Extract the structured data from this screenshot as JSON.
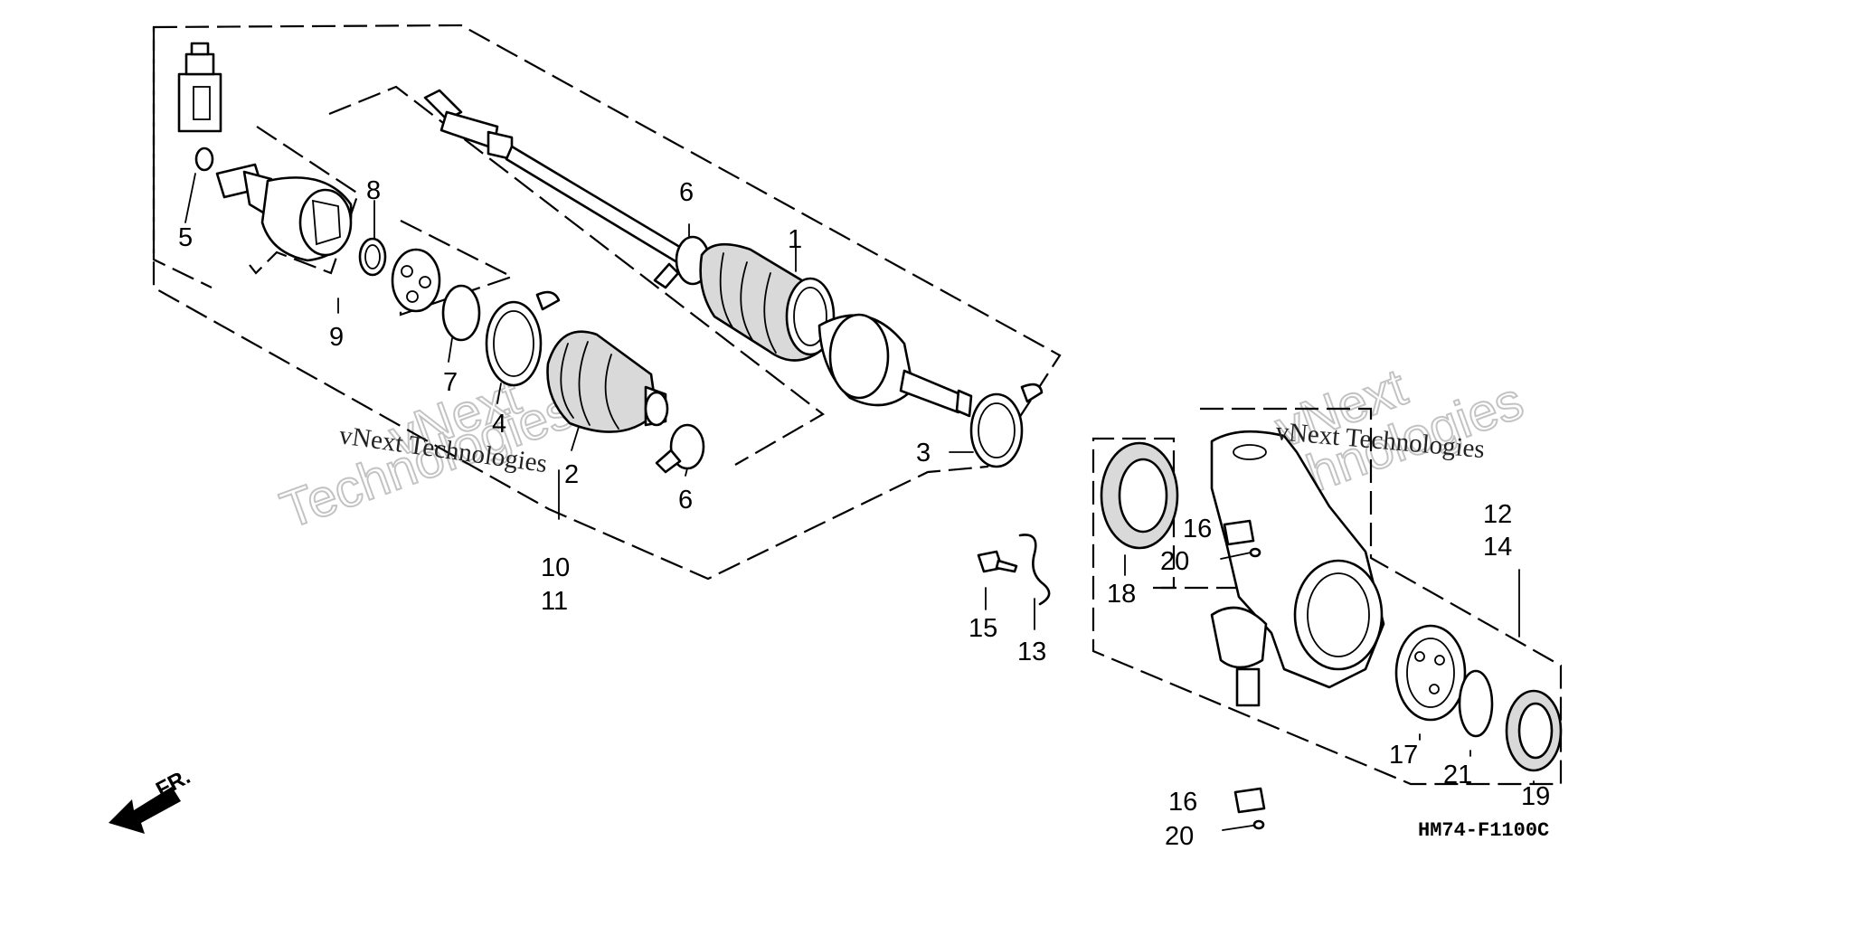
{
  "diagram_code": "HM74-F1100C",
  "direction_label": "FR.",
  "watermark": {
    "line1": "vNext",
    "line2": "Technologies",
    "caption": "vNext Technologies"
  },
  "callouts": {
    "n1": "1",
    "n2": "2",
    "n3": "3",
    "n4": "4",
    "n5": "5",
    "n6a": "6",
    "n6b": "6",
    "n7": "7",
    "n8": "8",
    "n9": "9",
    "n10": "10",
    "n11": "11",
    "n12": "12",
    "n13": "13",
    "n14": "14",
    "n15": "15",
    "n16a": "16",
    "n16b": "16",
    "n17": "17",
    "n18": "18",
    "n19": "19",
    "n20a": "20",
    "n20b": "20",
    "n21": "21"
  }
}
